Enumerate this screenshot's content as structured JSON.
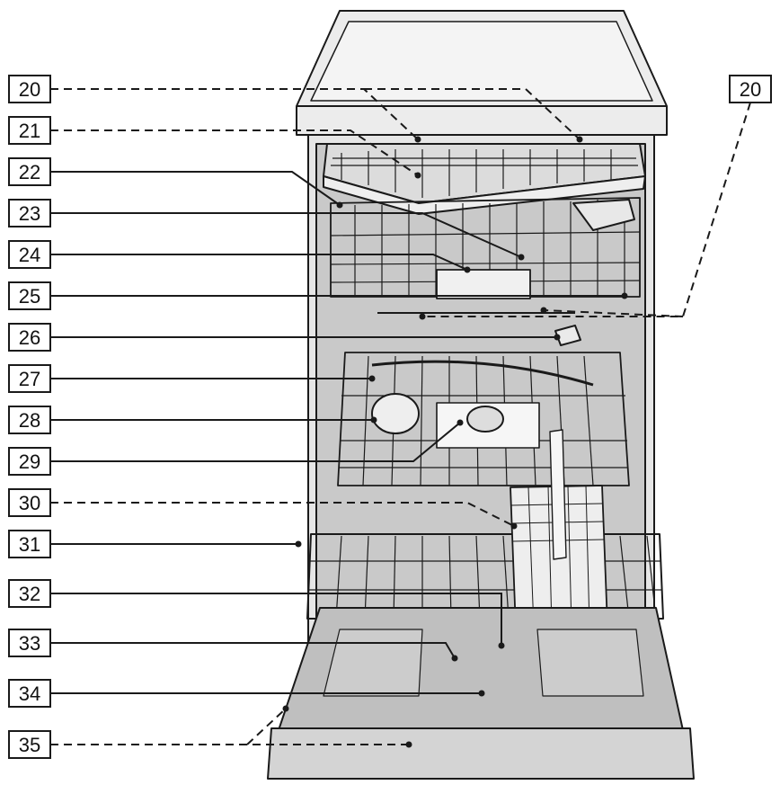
{
  "callouts": [
    {
      "label": "20",
      "line": "dashed"
    },
    {
      "label": "20",
      "line": "dashed"
    },
    {
      "label": "21",
      "line": "dashed"
    },
    {
      "label": "22",
      "line": "solid"
    },
    {
      "label": "23",
      "line": "solid"
    },
    {
      "label": "24",
      "line": "solid"
    },
    {
      "label": "25",
      "line": "solid"
    },
    {
      "label": "26",
      "line": "solid"
    },
    {
      "label": "27",
      "line": "solid"
    },
    {
      "label": "28",
      "line": "solid"
    },
    {
      "label": "29",
      "line": "solid"
    },
    {
      "label": "30",
      "line": "dashed"
    },
    {
      "label": "31",
      "line": "solid"
    },
    {
      "label": "32",
      "line": "solid"
    },
    {
      "label": "33",
      "line": "solid"
    },
    {
      "label": "34",
      "line": "solid"
    },
    {
      "label": "35",
      "line": "dashed"
    }
  ],
  "colors": {
    "stroke": "#1a1a1a",
    "body_fill": "#f2f2f2",
    "tub_fill": "#c9c9c9",
    "lid_fill": "#ececec",
    "rack_fill": "#dcdcdc",
    "door_fill": "#bfbfbf"
  }
}
